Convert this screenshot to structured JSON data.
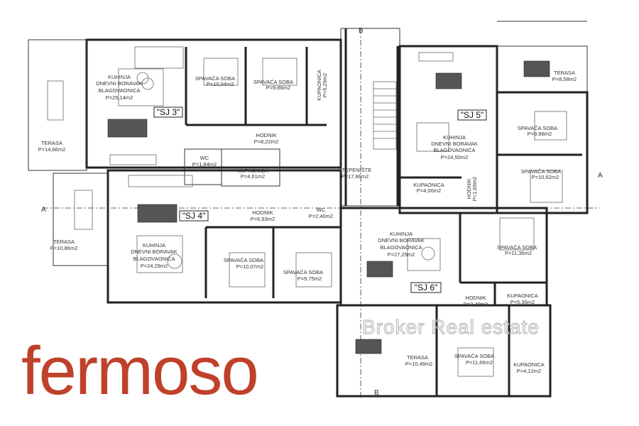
{
  "plan": {
    "sj3": {
      "tag": "\"SJ 3\"",
      "living": [
        "KUHINJA",
        "DNEVNI BORAVAK",
        "BLAGOVAONICA",
        "P=25,14m2"
      ],
      "bed1": [
        "SPAVAĆA SOBA",
        "P=10,04m2"
      ],
      "bed2": [
        "SPAVAĆA SOBA",
        "P=9,86m2"
      ],
      "bath": [
        "KUPAONICA",
        "P=5,29m2"
      ],
      "hall": [
        "HODNIK",
        "P=8,22m2"
      ],
      "terrace": [
        "TERASA",
        "P=14,66m2"
      ],
      "wc": [
        "WC",
        "P=1,84m2"
      ],
      "bath2": [
        "KUPAONICA",
        "P=4,61m2"
      ]
    },
    "stairs": [
      "STEPENIŠTE",
      "P=17,86m2"
    ],
    "sj5": {
      "tag": "\"SJ 5\"",
      "terrace": [
        "TERASA",
        "P=8,58m2"
      ],
      "living": [
        "KUHINJA",
        "DNEVNI BORAVAK",
        "BLAGOVAONICA",
        "P=24,50m2"
      ],
      "bed1": [
        "SPAVAĆA SOBA",
        "P=9,88m2"
      ],
      "bed2": [
        "SPAVAĆA SOBA",
        "P=10,62m2"
      ],
      "bath": [
        "KUPAONICA",
        "P=4,00m2"
      ],
      "hall": [
        "HODNIK",
        "P=1,65m2"
      ]
    },
    "sj4": {
      "tag": "\"SJ 4\"",
      "terrace": [
        "TERASA",
        "P=10,86m2"
      ],
      "living": [
        "KUHINJA",
        "DNEVNI BORAVAK",
        "BLAGOVAONICA",
        "P=24,29m2"
      ],
      "hall": [
        "HODNIK",
        "P=6,93m2"
      ],
      "wc": [
        "WC",
        "P=2,40m2"
      ],
      "bed1": [
        "SPAVAĆA SOBA",
        "P=10,07m2"
      ],
      "bed2": [
        "SPAVAĆA SOBA",
        "P=9,75m2"
      ]
    },
    "sj6": {
      "tag": "\"SJ 6\"",
      "living": [
        "KUHINJA",
        "DNEVNI BORAVAK",
        "BLAGOVAONICA",
        "P=27,25m2"
      ],
      "bed1": [
        "SPAVAĆA SOBA",
        "P=11,36m2"
      ],
      "hall": [
        "HODNIK",
        "P=2,40m2"
      ],
      "bath1": [
        "KUPAONICA",
        "P=5,36m2"
      ],
      "terrace": [
        "TERASA",
        "P=10,49m2"
      ],
      "bed2": [
        "SPAVAĆA SOBA",
        "P=11,66m2"
      ],
      "bath2": [
        "KUPAONICA",
        "P=4,12m2"
      ]
    },
    "section_a": "A",
    "section_b": "B"
  },
  "watermark": "Broker Real estate",
  "brand": "fermoso",
  "colors": {
    "brand": "#c0412b",
    "walls": "#222222"
  }
}
